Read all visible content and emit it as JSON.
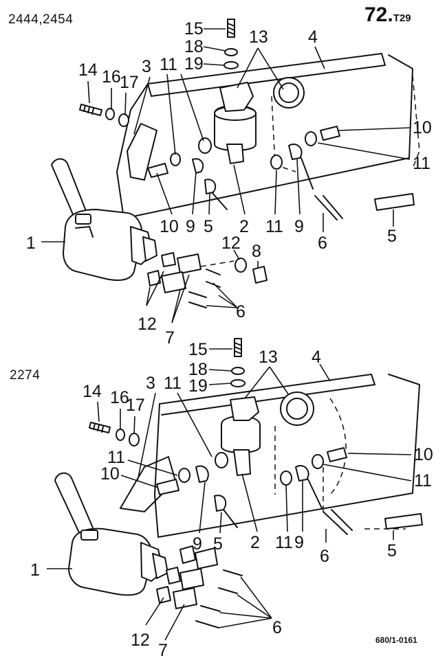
{
  "header": {
    "models_top": "2444,2454",
    "page_number": "72.",
    "page_suffix": "T29",
    "models_bottom": "2274",
    "drawing_ref": "680/1-0161"
  },
  "top_diagram": {
    "labels": [
      "15",
      "18",
      "19",
      "13",
      "4",
      "14",
      "16",
      "17",
      "3",
      "11",
      "10",
      "11",
      "1",
      "10",
      "9",
      "5",
      "2",
      "11",
      "9",
      "6",
      "5",
      "12",
      "8",
      "6",
      "12",
      "7"
    ]
  },
  "bottom_diagram": {
    "labels": [
      "15",
      "18",
      "19",
      "13",
      "4",
      "14",
      "16",
      "17",
      "3",
      "11",
      "11",
      "10",
      "10",
      "11",
      "9",
      "5",
      "2",
      "11",
      "9",
      "6",
      "5",
      "1",
      "6",
      "12",
      "7"
    ]
  }
}
